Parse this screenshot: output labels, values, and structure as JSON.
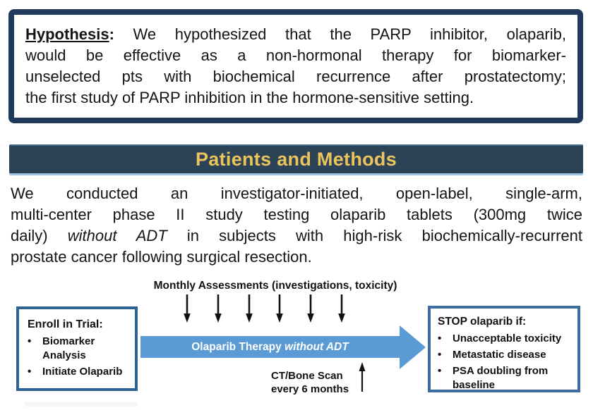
{
  "hypothesis": {
    "lines": [
      {
        "bold_underline": "Hypothesis",
        "bold": ":",
        "text": " We hypothesized that the PARP inhibitor, olaparib,"
      },
      {
        "text": "would be effective as a non-hormonal therapy for biomarker-"
      },
      {
        "text": "unselected pts with biochemical recurrence after prostatectomy;"
      },
      {
        "text": "the first study of PARP inhibition in the hormone-sensitive setting."
      }
    ]
  },
  "section_header": {
    "title": "Patients and Methods"
  },
  "methods": {
    "lines": [
      {
        "text": "We conducted an investigator-initiated, open-label, single-arm,"
      },
      {
        "text": "multi-center phase II study testing olaparib tablets (300mg twice"
      },
      {
        "pre": "daily) ",
        "italic": "without ADT",
        "post": " in subjects with high-risk biochemically-recurrent"
      },
      {
        "text": "prostate cancer following surgical resection."
      }
    ]
  },
  "diagram": {
    "monthly_label": "Monthly Assessments (investigations, toxicity)",
    "enroll_box": {
      "title": "Enroll in Trial:",
      "items": [
        "Biomarker Analysis",
        "Initiate Olaparib"
      ]
    },
    "therapy_arrow": {
      "label_before": "Olaparib Therapy ",
      "label_italic": "without ADT"
    },
    "scan_label_line1": "CT/Bone Scan",
    "scan_label_line2": "every 6 months",
    "stop_box": {
      "title": "STOP olaparib if:",
      "items": [
        "Unacceptable toxicity",
        "Metastatic disease",
        "PSA doubling from baseline"
      ]
    }
  },
  "colors": {
    "navy_border": "#1f3a5c",
    "banner_background": "#2c4257",
    "banner_accent_light_blue": "#9dc3e6",
    "banner_text_gold": "#ecc45c",
    "flow_arrow_blue": "#5b9bd5",
    "box_border_blue": "#2f6295",
    "text": "#141414"
  }
}
